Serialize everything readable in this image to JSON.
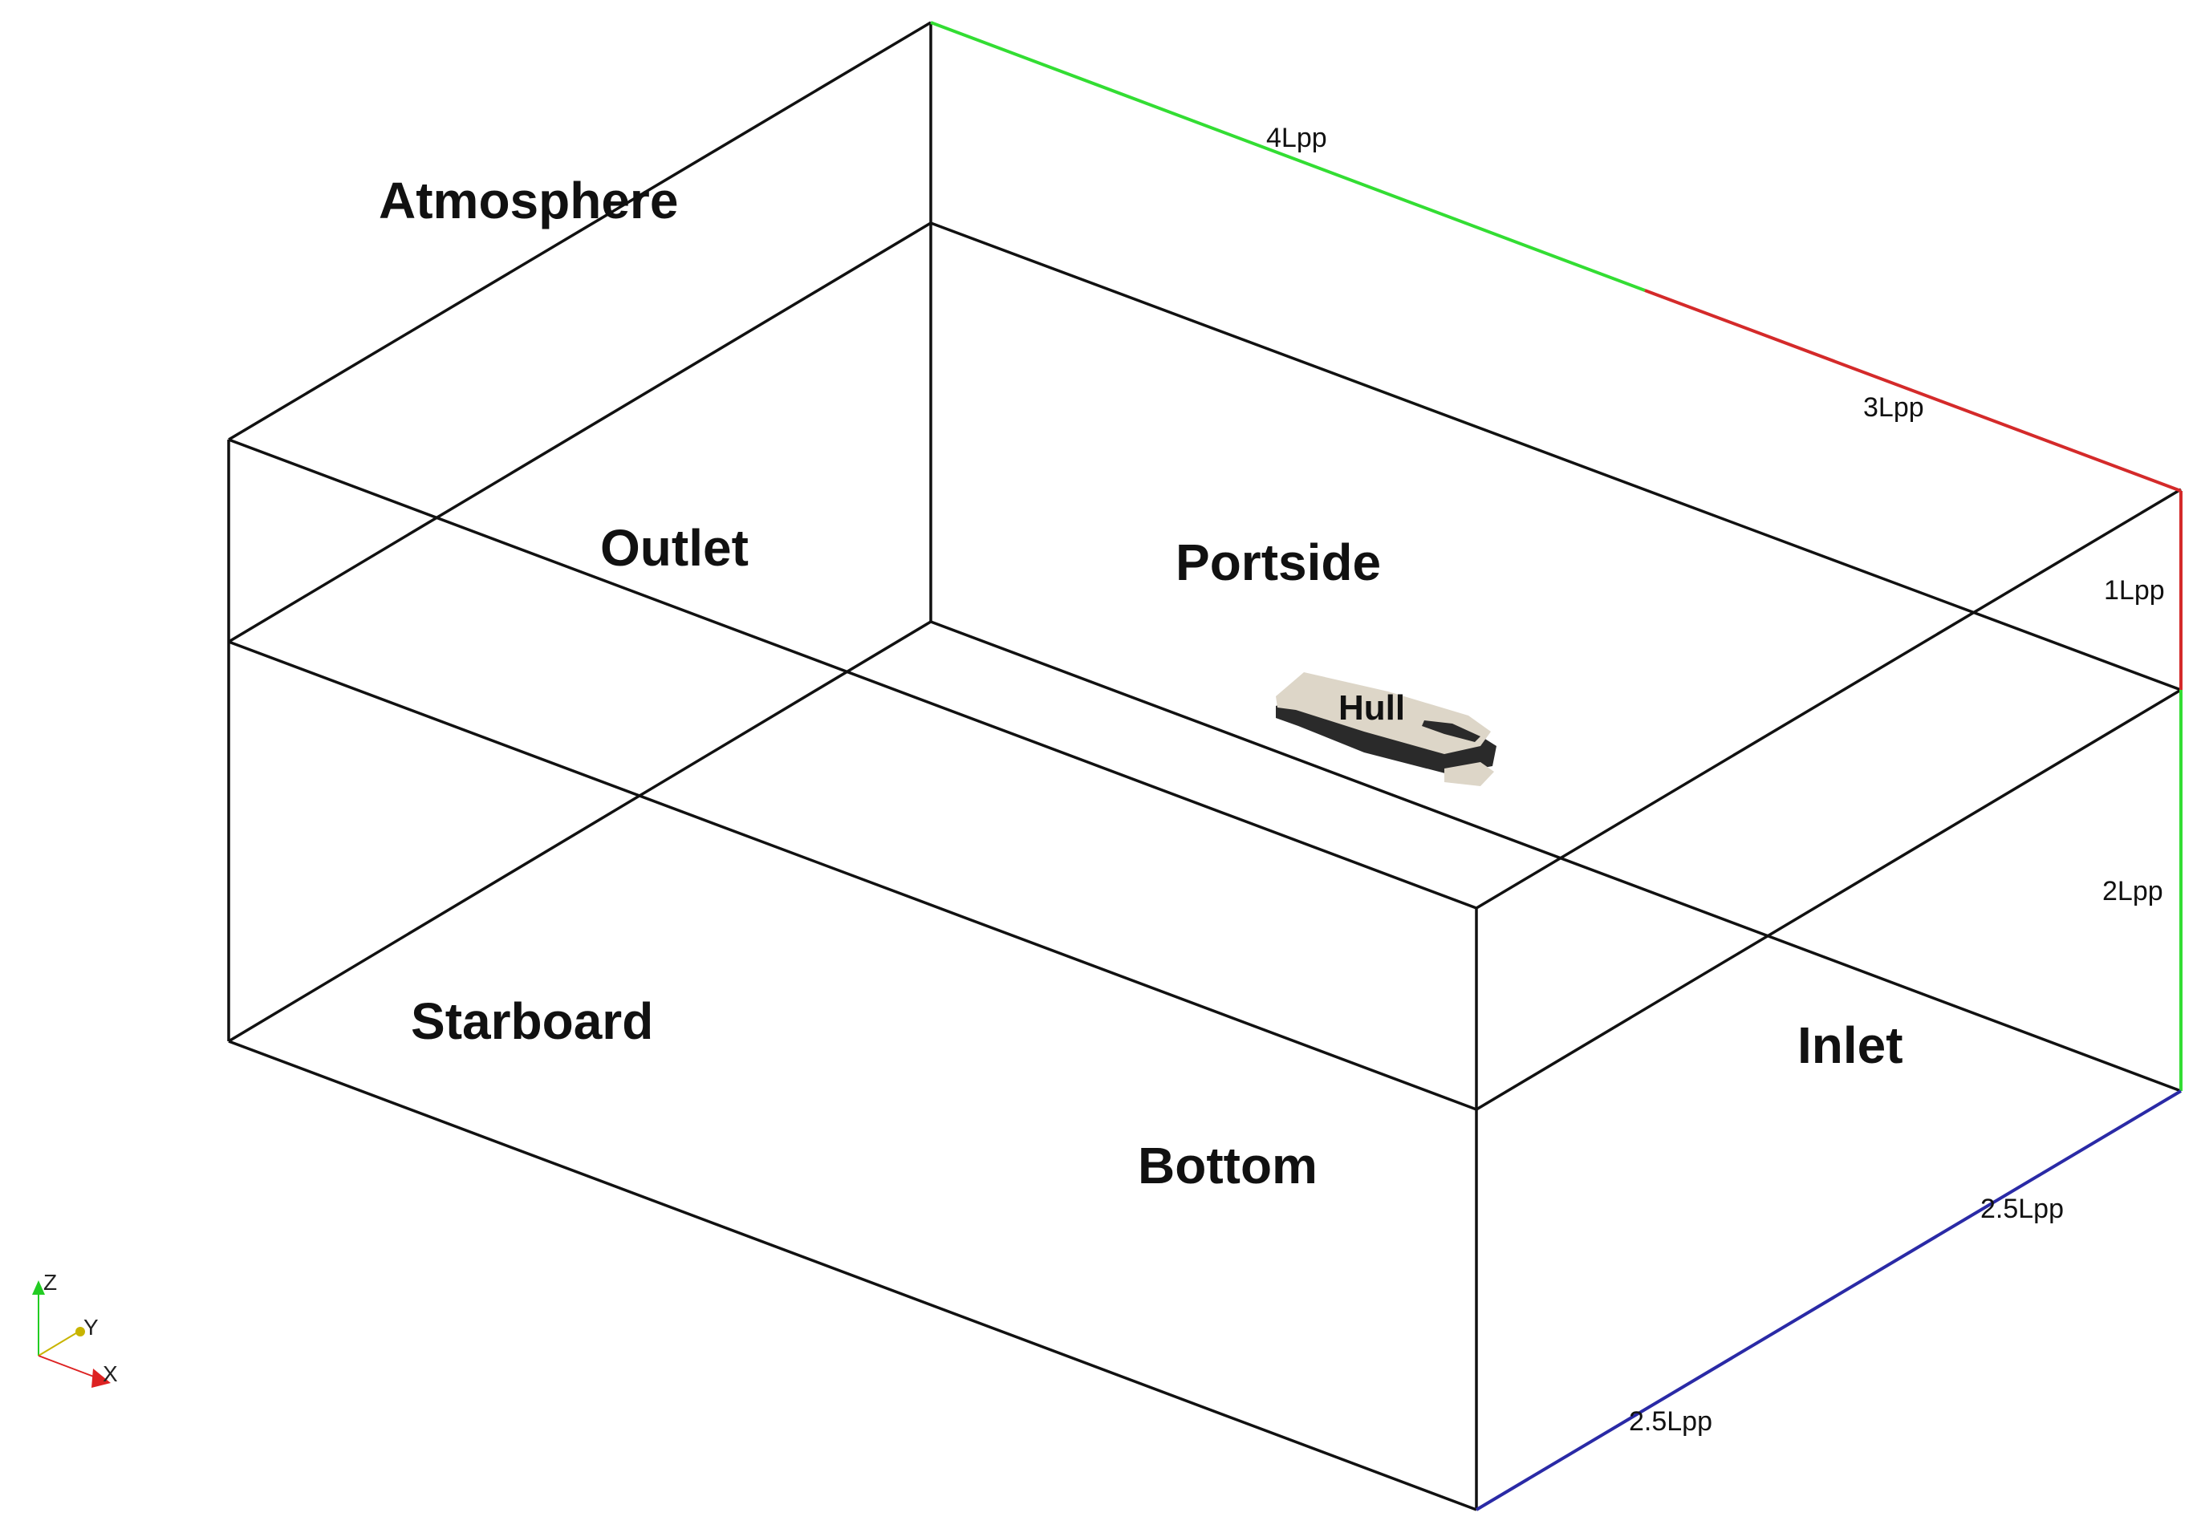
{
  "regions": {
    "atmosphere": "Atmosphere",
    "outlet": "Outlet",
    "portside": "Portside",
    "hull": "Hull",
    "starboard": "Starboard",
    "inlet": "Inlet",
    "bottom": "Bottom"
  },
  "dimensions": {
    "length_aft": "4Lpp",
    "length_fore": "3Lpp",
    "height_above": "1Lpp",
    "depth_below": "2Lpp",
    "half_width_upper": "2.5Lpp",
    "half_width_lower": "2.5Lpp"
  },
  "axes": {
    "z": "Z",
    "y": "Y",
    "x": "X"
  },
  "colors": {
    "edge": "#111111",
    "length_aft": "#33dd33",
    "length_fore": "#d42a2a",
    "height_above": "#d42a2a",
    "depth_below": "#33dd33",
    "width": "#2a2aa6",
    "axis_z": "#22cc22",
    "axis_y": "#c8b400",
    "axis_x": "#dd2222",
    "hull_deck": "#ddd6c8",
    "hull_side": "#2a2a2a"
  }
}
